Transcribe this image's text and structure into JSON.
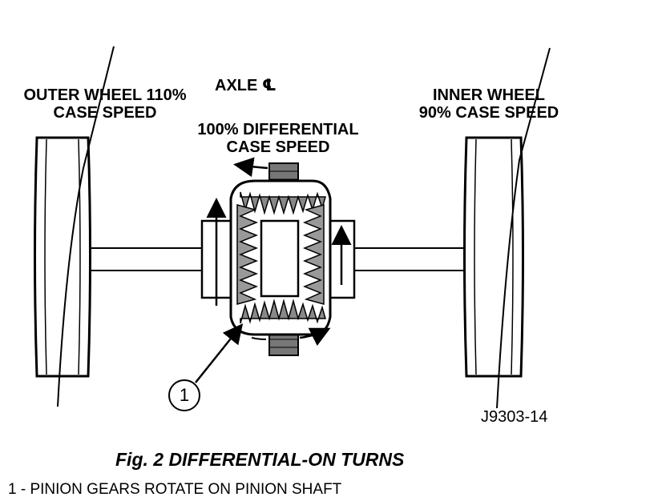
{
  "labels": {
    "outer_wheel_line1": "OUTER WHEEL 110%",
    "outer_wheel_line2": "CASE SPEED",
    "axle": "AXLE ℄",
    "inner_wheel_line1": "INNER WHEEL",
    "inner_wheel_line2": "90% CASE SPEED",
    "case_speed_line1": "100% DIFFERENTIAL",
    "case_speed_line2": "CASE SPEED",
    "part_number": "J9303-14",
    "callout": "1"
  },
  "caption": "Fig. 2 DIFFERENTIAL-ON TURNS",
  "legend": [
    "1 - PINION GEARS ROTATE ON PINION SHAFT"
  ]
}
